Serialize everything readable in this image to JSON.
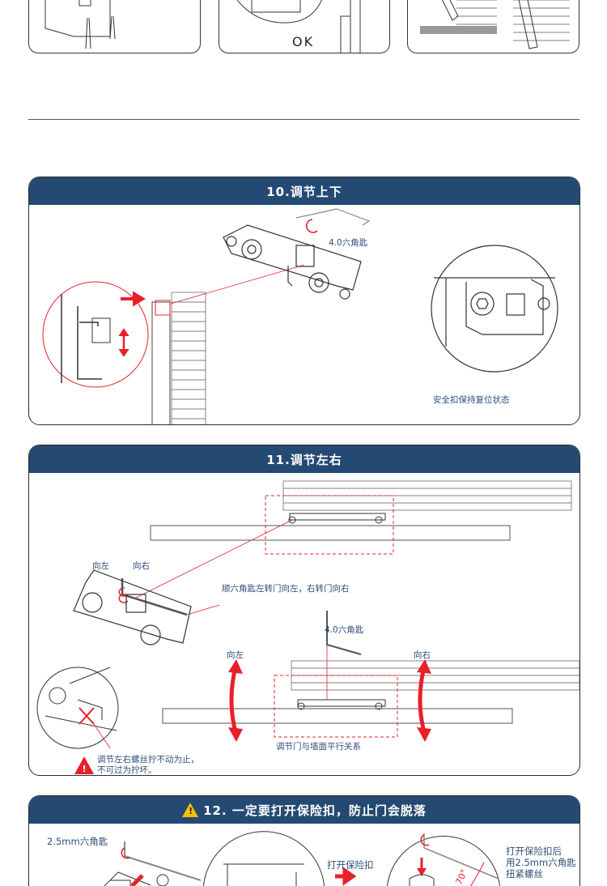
{
  "top_row": {
    "ok_label": "OK"
  },
  "section10": {
    "title": "10.调节上下",
    "hex_key_label": "4.0六角匙",
    "caption": "安全扣保持复位状态"
  },
  "section11": {
    "title": "11.调节左右",
    "left_label_1": "向左",
    "right_label_1": "向右",
    "instruction": "顺六角匙左转门向左，右转门向右",
    "hex_key_label": "4.0六角匙",
    "left_label_2": "向左",
    "right_label_2": "向右",
    "parallel_caption": "调节门与墙面平行关系",
    "warning_line1": "调节左右螺丝拧不动为止，",
    "warning_line2": "不可过为拧坏。"
  },
  "section12": {
    "title": "12. 一定要打开保险扣，防止门会脱落",
    "hex_key_label": "2.5mm六角匙",
    "open_label": "打开保险扣",
    "after_line1": "打开保险扣后",
    "after_line2": "用2.5mm六角匙",
    "after_line3": "扭紧螺丝",
    "angle_label": "70°"
  },
  "colors": {
    "header": "#244a74",
    "accent_red": "#e8202a",
    "label_blue": "#2f4d7c"
  }
}
